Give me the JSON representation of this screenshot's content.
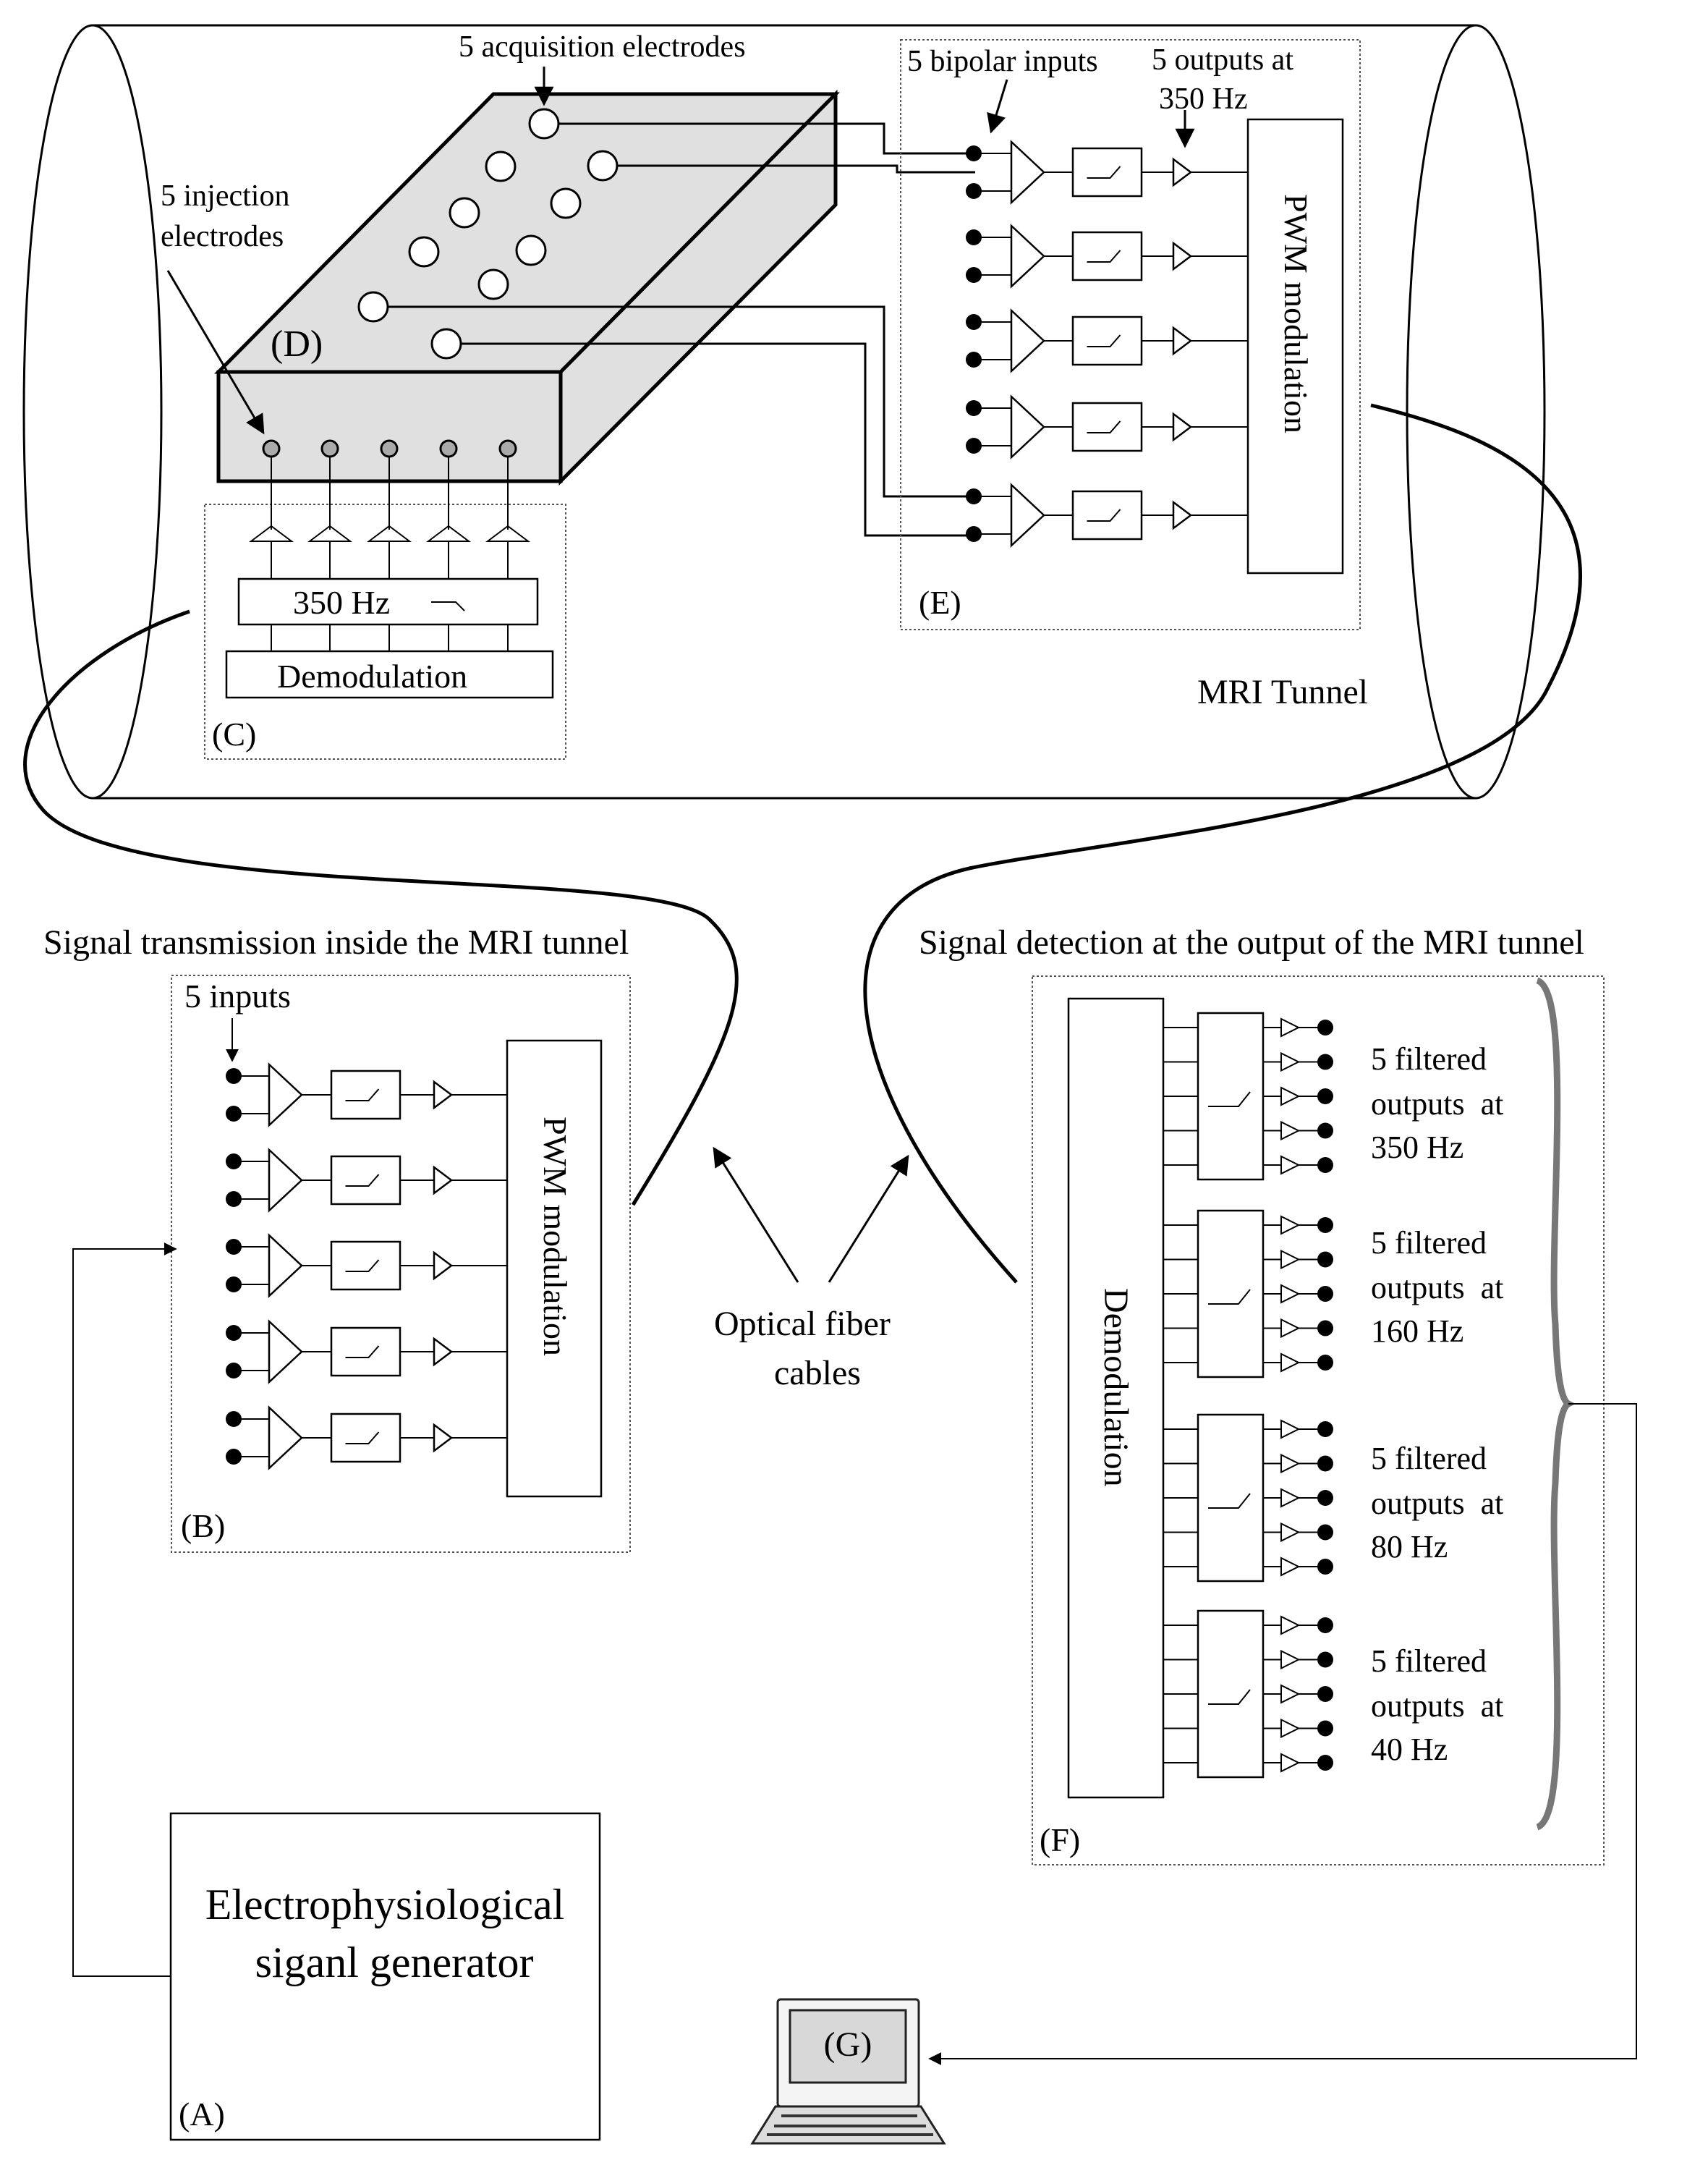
{
  "labels": {
    "acquisition_electrodes": "5 acquisition electrodes",
    "bipolar_inputs": "5 bipolar inputs",
    "outputs_line1": "5 outputs at",
    "outputs_line2": "350 Hz",
    "injection_line1": "5 injection",
    "injection_line2": "electrodes",
    "tag_d": "(D)",
    "tag_e": "(E)",
    "pwm_e": "PWM modulation",
    "filter_c": "350 Hz",
    "demod_c": "Demodulation",
    "tag_c": "(C)",
    "mri_tunnel": "MRI Tunnel",
    "signal_transmission": "Signal transmission inside the MRI tunnel",
    "signal_detection": "Signal detection at the output of the MRI tunnel",
    "inputs_b": "5 inputs",
    "pwm_b": "PWM modulation",
    "tag_b": "(B)",
    "fiber_line1": "Optical fiber",
    "fiber_line2": "cables",
    "demod_f": "Demodulation",
    "tag_f": "(F)",
    "generator_line1": "Electrophysiological",
    "generator_line2": "siganl generator",
    "tag_a": "(A)",
    "tag_g": "(G)"
  },
  "filtered_outputs": [
    {
      "line1": "5 filtered",
      "line2": "outputs  at",
      "line3": "350 Hz"
    },
    {
      "line1": "5 filtered",
      "line2": "outputs  at",
      "line3": "160 Hz"
    },
    {
      "line1": "5 filtered",
      "line2": "outputs  at",
      "line3": "80 Hz"
    },
    {
      "line1": "5 filtered",
      "line2": "outputs  at",
      "line3": "40 Hz"
    }
  ],
  "colors": {
    "ink": "#000000",
    "block_fill": "#e0e0e0",
    "brace": "#777777",
    "screen": "#d8d8d8"
  }
}
